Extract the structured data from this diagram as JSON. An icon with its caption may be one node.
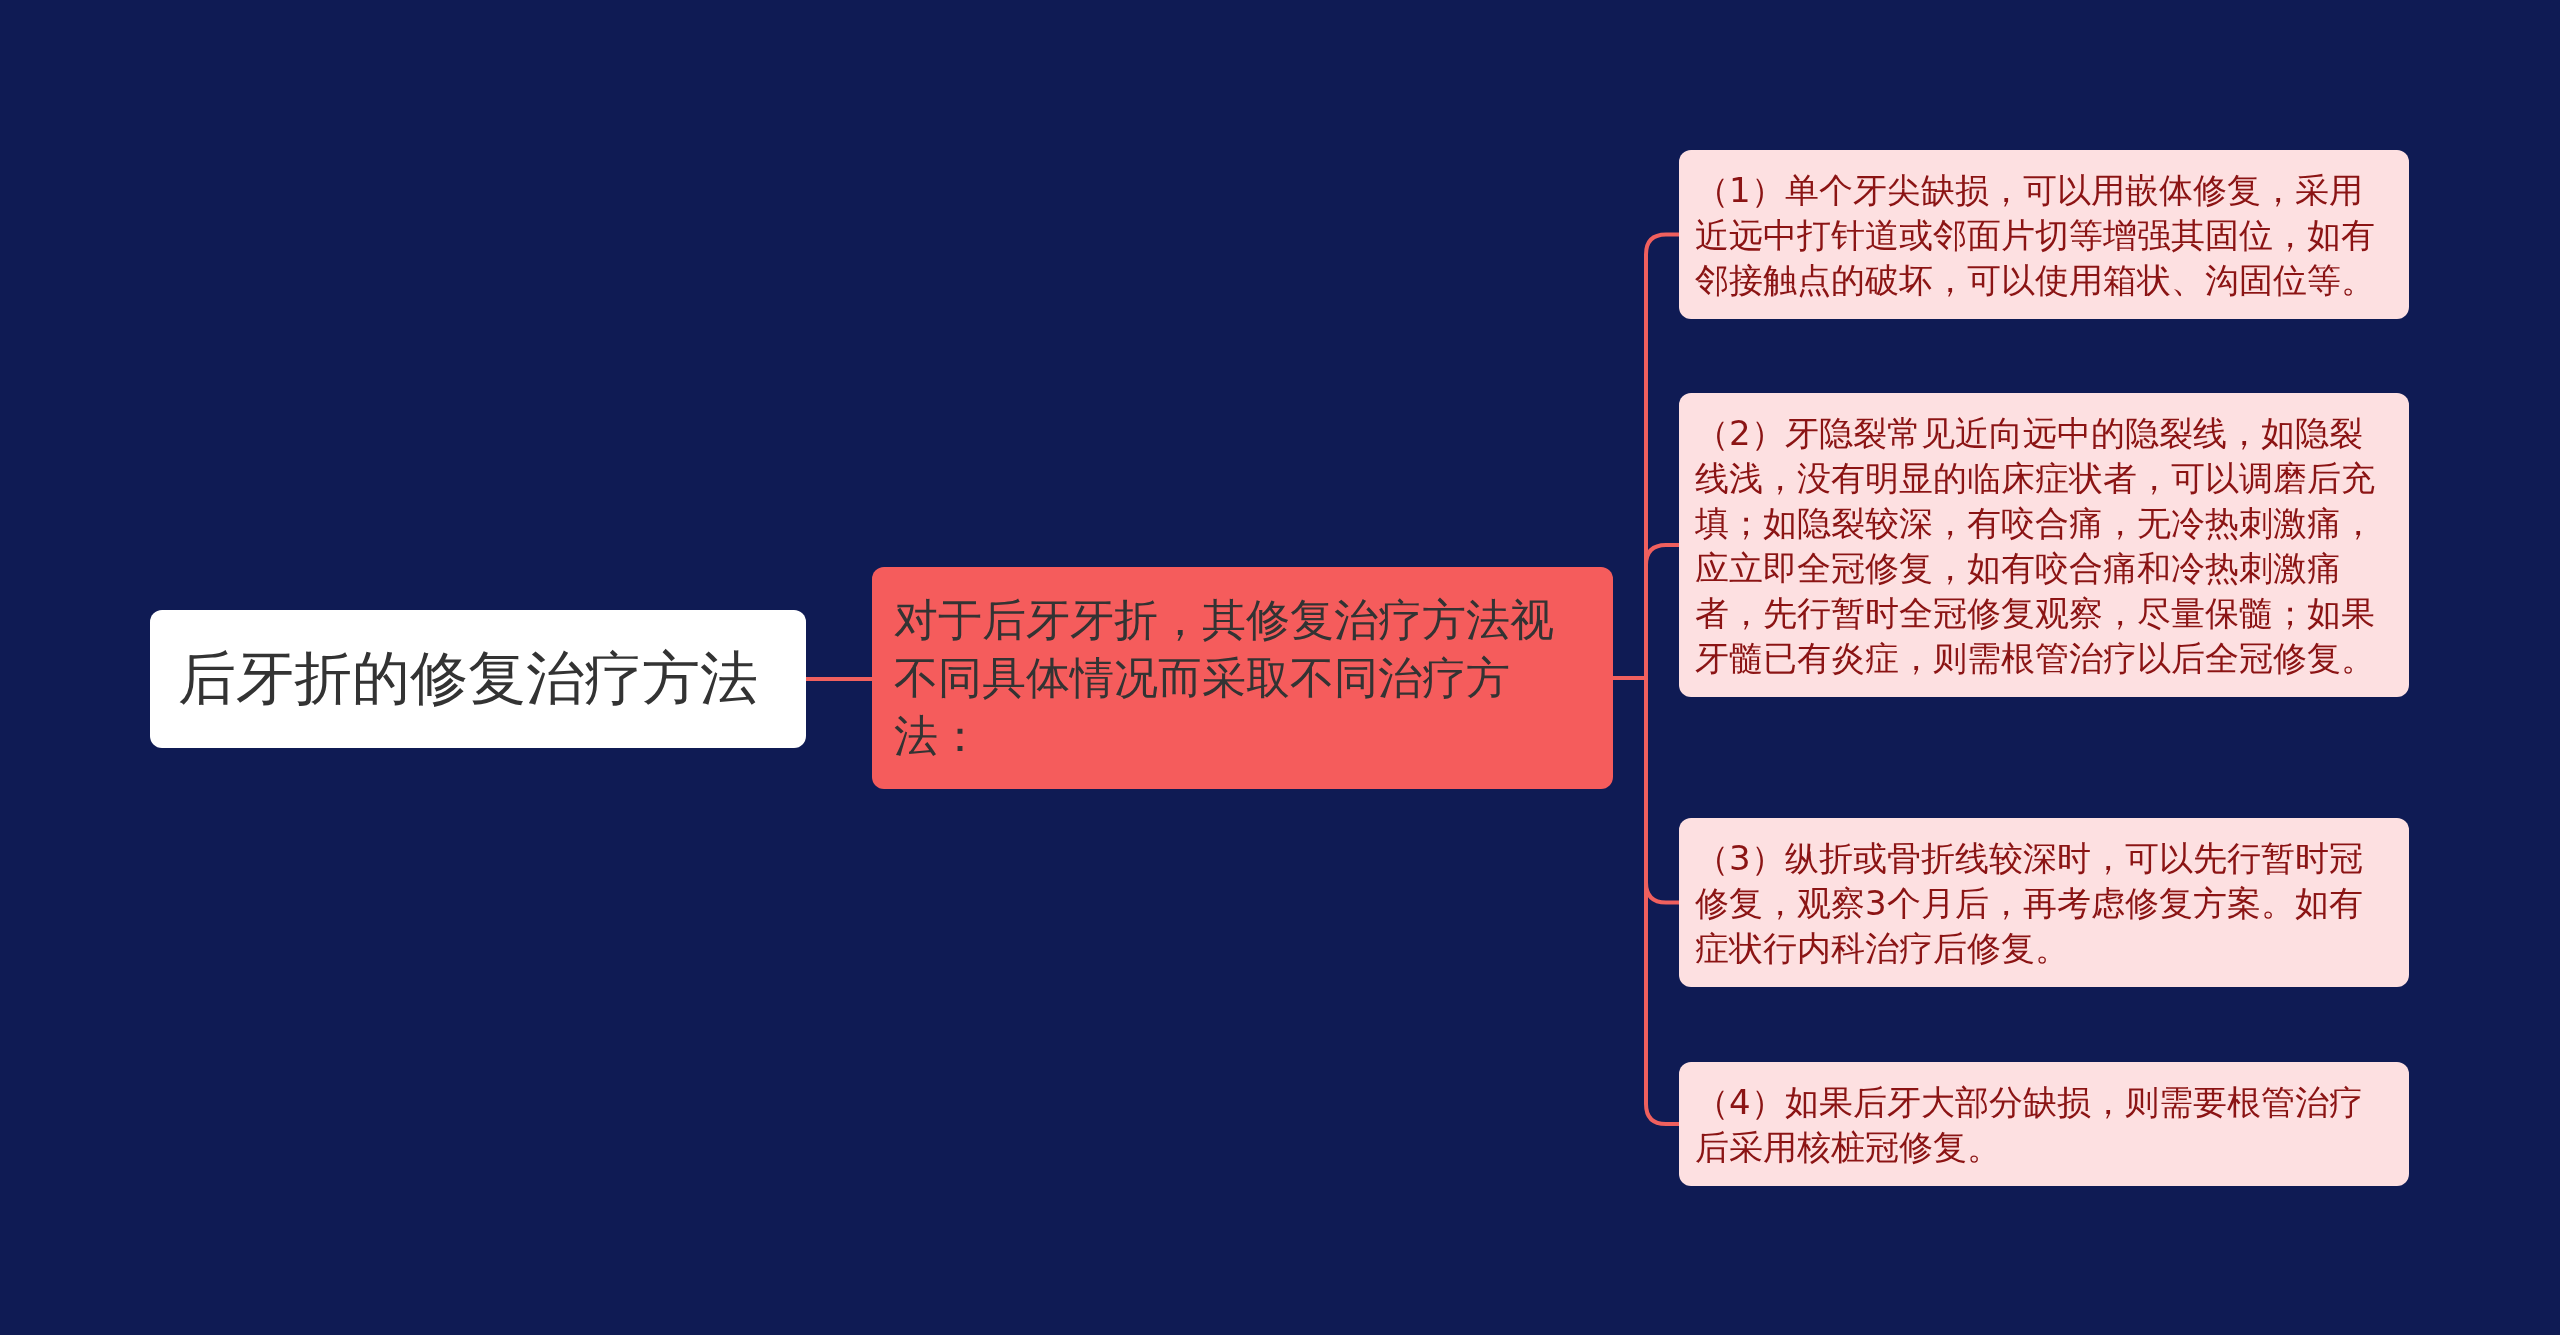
{
  "diagram": {
    "nodes": [
      {
        "text": [
          "后牙折的修复治疗方法"
        ]
      },
      {
        "text": [
          "对于后牙牙折，其修复治疗方法视不同具体情况而采取不同治疗方法："
        ]
      },
      {
        "text": [
          "（1）单个牙尖缺损，可以用嵌体修复，采用近远中打针道或邻面片切等增强其固位，如有邻接触点的破坏，可以使用箱状、沟固位等。"
        ]
      },
      {
        "text": [
          "（2）牙隐裂常见近向远中的隐裂线，如隐裂线浅，没有明显的临床症状者，可以调磨后充填；如隐裂较深，有咬合痛，无冷热刺激痛，应立即全冠修复，如有咬合痛和冷热刺激痛者，先行暂时全冠修复观察，尽量保髓；如果牙髓已有炎症，则需根管治疗以后全冠修复。"
        ]
      },
      {
        "text": [
          "（3）纵折或骨折线较深时，可以先行暂时冠修复，观察3个月后，再考虑修复方案。如有症状行内科治疗后修复。"
        ]
      },
      {
        "text": [
          "（4）如果后牙大部分缺损，则需要根管治疗后采用核桩冠修复。"
        ]
      }
    ],
    "edges": [
      {
        "from": 0,
        "to": 1,
        "arrow": "none"
      },
      {
        "from": 1,
        "to": 2,
        "arrow": "none"
      },
      {
        "from": 1,
        "to": 3,
        "arrow": "none"
      },
      {
        "from": 1,
        "to": 4,
        "arrow": "none"
      },
      {
        "from": 1,
        "to": 5,
        "arrow": "none"
      }
    ]
  }
}
